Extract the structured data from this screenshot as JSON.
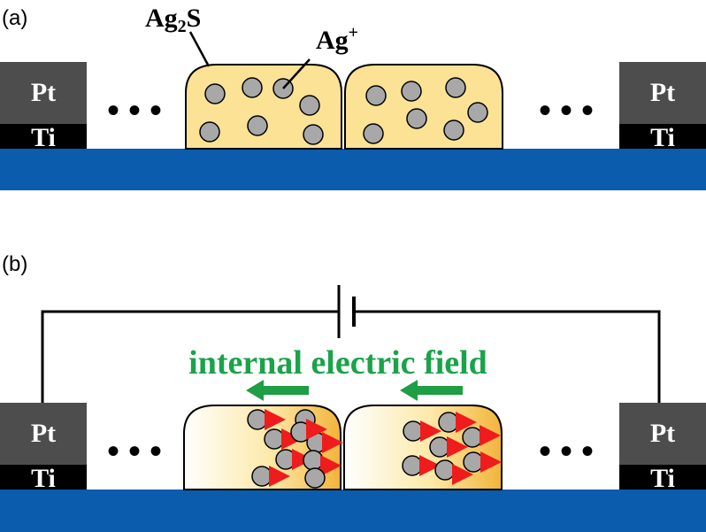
{
  "panels": {
    "a": {
      "label": "(a)"
    },
    "b": {
      "label": "(b)"
    }
  },
  "electrodes": {
    "top": "Pt",
    "bottom": "Ti"
  },
  "ellipsis": "• • •",
  "callouts": {
    "ag2s_main": "Ag",
    "ag2s_sub": "2",
    "ag2s_tail": "S",
    "agplus_main": "Ag",
    "agplus_sup": "+"
  },
  "field_label": "internal electric field",
  "colors": {
    "substrate": "#0b5cad",
    "pt": "#4d4d4d",
    "ti": "#000000",
    "ag2s_fill": "#fbe295",
    "ion_fill": "#a8a8a8",
    "field_text": "#1aa34a",
    "field_arrow": "#1e9e45",
    "ion_arrow": "#ee1c1c"
  }
}
